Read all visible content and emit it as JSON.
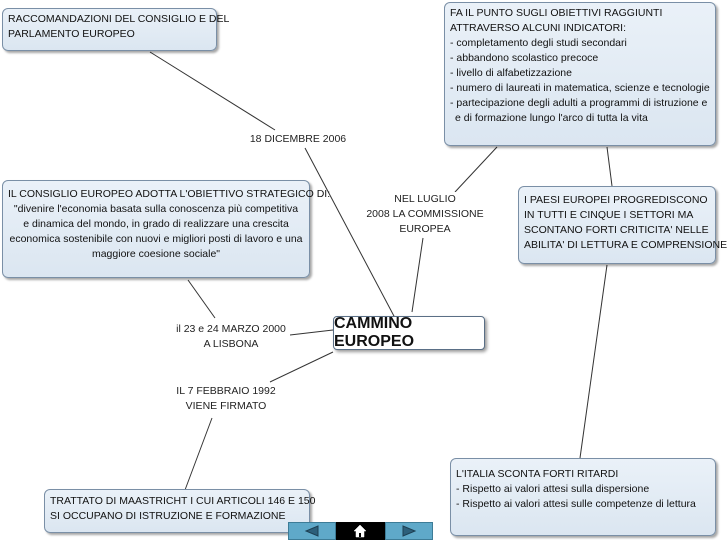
{
  "center": {
    "title": "CAMMINO EUROPEO"
  },
  "nodes": {
    "raccomandazioni": [
      "RACCOMANDAZIONI DEL CONSIGLIO E DEL",
      "PARLAMENTO EUROPEO"
    ],
    "indicatori": [
      "FA IL PUNTO SUGLI OBIETTIVI RAGGIUNTI",
      "ATTRAVERSO ALCUNI INDICATORI:",
      "- completamento degli studi secondari",
      "- abbandono scolastico precoce",
      "- livello di alfabetizzazione",
      "- numero di laureati in matematica, scienze e tecnologie",
      "- partecipazione degli adulti a programmi di istruzione e",
      "  e di formazione lungo l'arco di tutta la vita"
    ],
    "obiettivo": [
      "IL CONSIGLIO EUROPEO ADOTTA L'OBIETTIVO STRATEGICO DI:",
      "\"divenire l'economia basata sulla conoscenza più competitiva",
      "e dinamica del mondo, in grado di realizzare una crescita",
      "economica sostenibile con nuovi e migliori posti di lavoro e una",
      "maggiore coesione sociale\""
    ],
    "paesi": [
      "I PAESI EUROPEI PROGREDISCONO",
      "IN TUTTI E CINQUE I SETTORI MA",
      "SCONTANO FORTI CRITICITA' NELLE",
      "ABILITA' DI LETTURA E COMPRENSIONE"
    ],
    "italia": [
      "L'ITALIA SCONTA FORTI RITARDI",
      "- Rispetto ai valori attesi sulla dispersione",
      "- Rispetto ai valori attesi sulle competenze di lettura"
    ],
    "maastricht": [
      "TRATTATO DI MAASTRICHT I CUI ARTICOLI 146 E 150",
      "SI OCCUPANO DI ISTRUZIONE E FORMAZIONE"
    ]
  },
  "labels": {
    "dicembre": [
      "18 DICEMBRE 2006"
    ],
    "luglio": [
      "NEL LUGLIO",
      "2008 LA COMMISSIONE",
      "EUROPEA"
    ],
    "marzo": [
      "il 23 e 24 MARZO 2000",
      "A LISBONA"
    ],
    "febbraio": [
      "IL 7 FEBBRAIO 1992",
      "VIENE FIRMATO"
    ]
  },
  "nav": {
    "prev_icon": "triangle-left-icon",
    "home_icon": "home-icon",
    "next_icon": "triangle-right-icon"
  },
  "colors": {
    "node_fill": "#dde8f3",
    "node_border": "#7a8fa6",
    "nav_button": "#5fa9c9",
    "nav_home": "#000000"
  }
}
